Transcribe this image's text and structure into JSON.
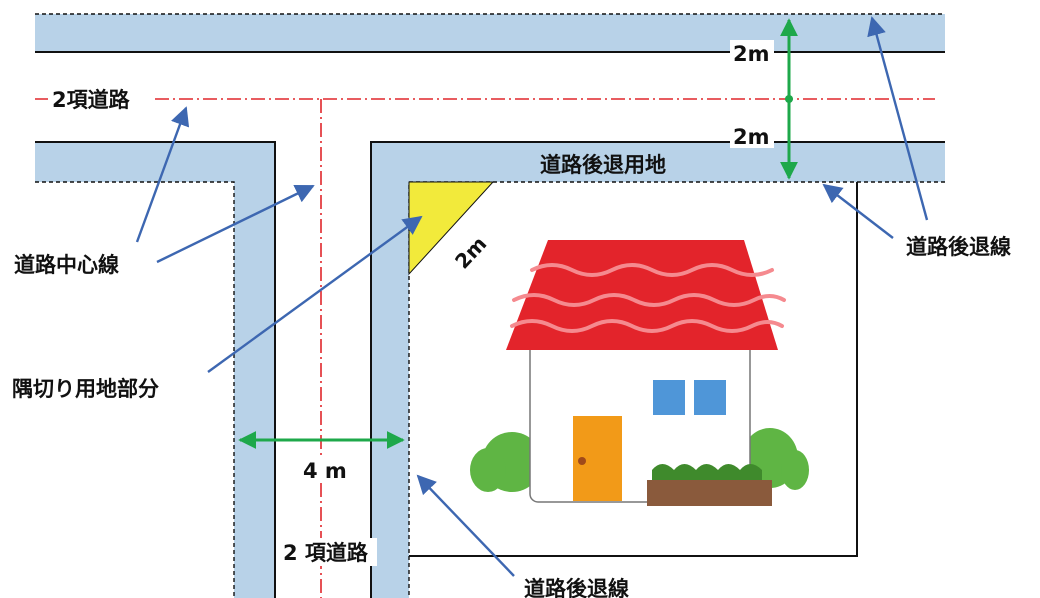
{
  "colors": {
    "road_fill": "#b8d2e8",
    "road_edge": "#111111",
    "centerline": "#e0262b",
    "arrow": "#3d67b1",
    "dimension": "#1ea84a",
    "corner_cut": "#f2ea3b",
    "house_roof": "#e3242b",
    "house_wall": "#ffffff",
    "house_door": "#f29a18",
    "house_window": "#4f96d8",
    "shrub": "#5fb544",
    "planter": "#8a5a3c"
  },
  "labels": {
    "road_top_left": "2項道路",
    "road_bottom": "2 項道路",
    "road_center_line": "道路中心線",
    "corner_cut_area": "隅切り用地部分",
    "setback_area": "道路後退用地",
    "setback_line_right": "道路後退線",
    "setback_line_bottom": "道路後退線",
    "dim_top_upper": "2m",
    "dim_top_lower": "2m",
    "dim_corner": "2m",
    "dim_width": "4 m"
  },
  "icons": {
    "house": "house-illustration"
  }
}
